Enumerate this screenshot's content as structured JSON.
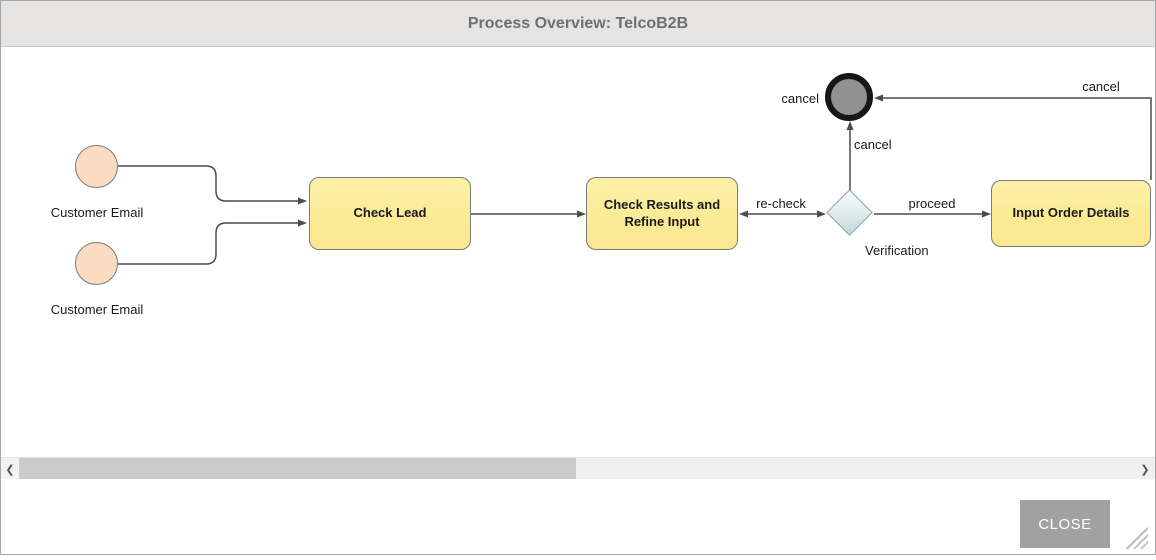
{
  "window": {
    "title": "Process Overview: TelcoB2B",
    "close_label": "CLOSE"
  },
  "diagram": {
    "start_events": [
      {
        "label": "Customer Email"
      },
      {
        "label": "Customer Email"
      }
    ],
    "tasks": [
      {
        "label": "Check Lead"
      },
      {
        "label": "Check Results and Refine Input"
      },
      {
        "label": "Input Order Details"
      }
    ],
    "gateway": {
      "label": "Verification"
    },
    "end_event": {
      "label": "cancel"
    },
    "flow_labels": {
      "recheck": "re-check",
      "proceed": "proceed",
      "cancel_gateway_to_end": "cancel",
      "cancel_task_to_end": "cancel"
    },
    "colors": {
      "task_fill": "#FAE992",
      "task_border": "#7A7A7A",
      "start_event_fill": "#FBDCC3",
      "gateway_fill": "#C2D7D9",
      "end_event_ring": "#161616",
      "end_event_fill": "#919191",
      "connector": "#4B4B4B"
    }
  },
  "scrollbar": {
    "left_icon": "❮",
    "right_icon": "❯"
  }
}
